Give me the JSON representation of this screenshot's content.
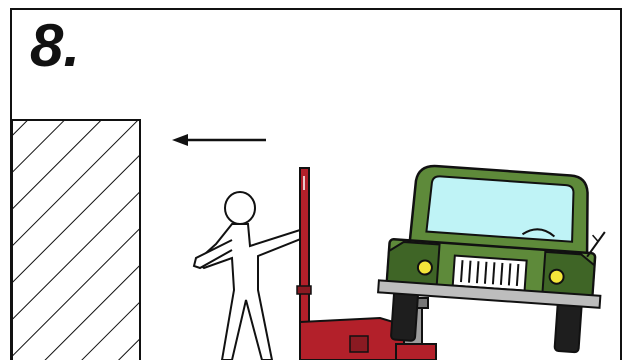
{
  "step": {
    "number": "8."
  },
  "illustration": {
    "wall": "hatched-wall",
    "arrow": "left-arrow",
    "person": "stick-figure-pulling-jack-handle",
    "jack": "floor-jack",
    "vehicle": "jeep-front-view-lifted"
  },
  "colors": {
    "outline": "#111111",
    "jack_red": "#b3202a",
    "jeep_green": "#5e8a3a",
    "jeep_dark_green": "#3f6526",
    "windshield": "#bff3f6",
    "headlight": "#f5e63a",
    "bumper": "#bdbdbd",
    "tire": "#1e1e1e"
  }
}
